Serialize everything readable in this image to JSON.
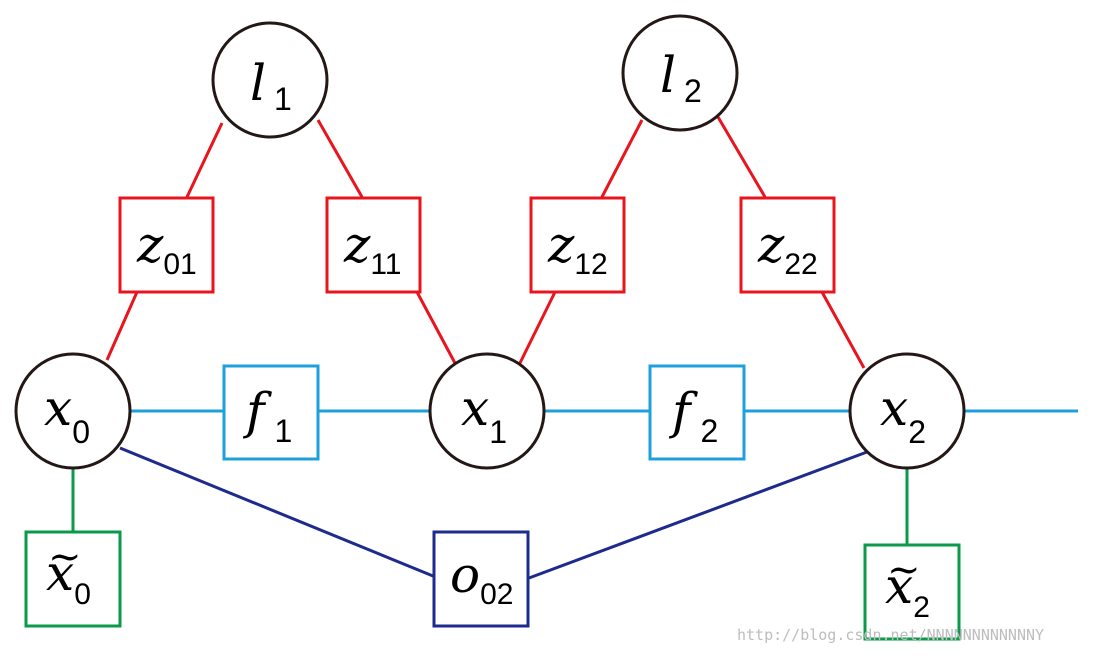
{
  "colors": {
    "landmark_edge": "#e8141e",
    "odometry_edge": "#1ea0dc",
    "loop_edge": "#1e2a8c",
    "prior_edge": "#0a9a4a",
    "node_border": "#231815"
  },
  "nodes": {
    "l1": {
      "base": "l",
      "sub": "1"
    },
    "l2": {
      "base": "l",
      "sub": "2"
    },
    "x0": {
      "base": "x",
      "sub": "0"
    },
    "x1": {
      "base": "x",
      "sub": "1"
    },
    "x2": {
      "base": "x",
      "sub": "2"
    }
  },
  "factors": {
    "z01": {
      "base": "z",
      "sub": "01"
    },
    "z11": {
      "base": "z",
      "sub": "11"
    },
    "z12": {
      "base": "z",
      "sub": "12"
    },
    "z22": {
      "base": "z",
      "sub": "22"
    },
    "f1": {
      "base": "f",
      "sub": "1"
    },
    "f2": {
      "base": "f",
      "sub": "2"
    },
    "o02": {
      "base": "o",
      "sub": "02"
    },
    "xt0": {
      "base": "x",
      "accent": "~",
      "sub": "0"
    },
    "xt2": {
      "base": "x",
      "accent": "~",
      "sub": "2"
    }
  },
  "watermark": "http://blog.csdn.net/NNNNNNNNNNNNY"
}
